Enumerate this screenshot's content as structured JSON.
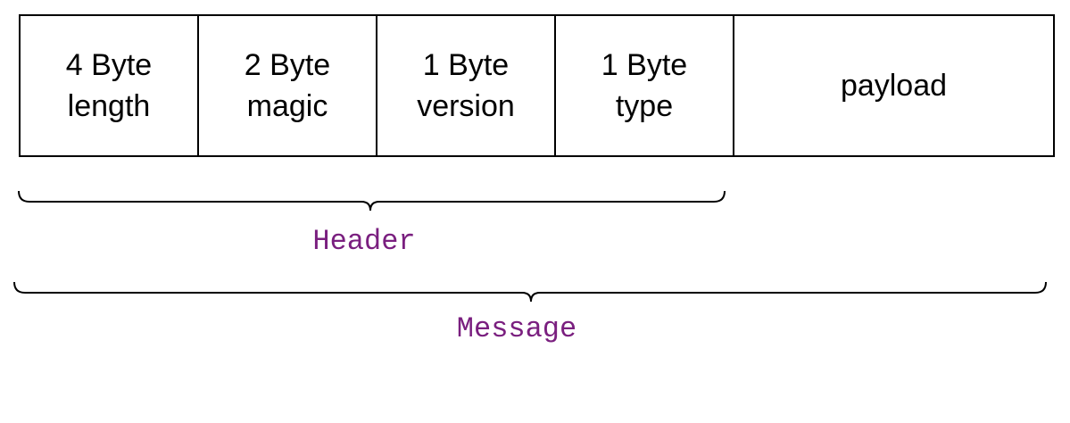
{
  "fields": [
    {
      "label": "4 Byte\nlength"
    },
    {
      "label": "2 Byte\nmagic"
    },
    {
      "label": "1 Byte\nversion"
    },
    {
      "label": "1 Byte\ntype"
    },
    {
      "label": "payload"
    }
  ],
  "braces": {
    "header": {
      "label": "Header"
    },
    "message": {
      "label": "Message"
    }
  },
  "colors": {
    "stroke": "#000000",
    "group_label": "#7a1f7f"
  }
}
